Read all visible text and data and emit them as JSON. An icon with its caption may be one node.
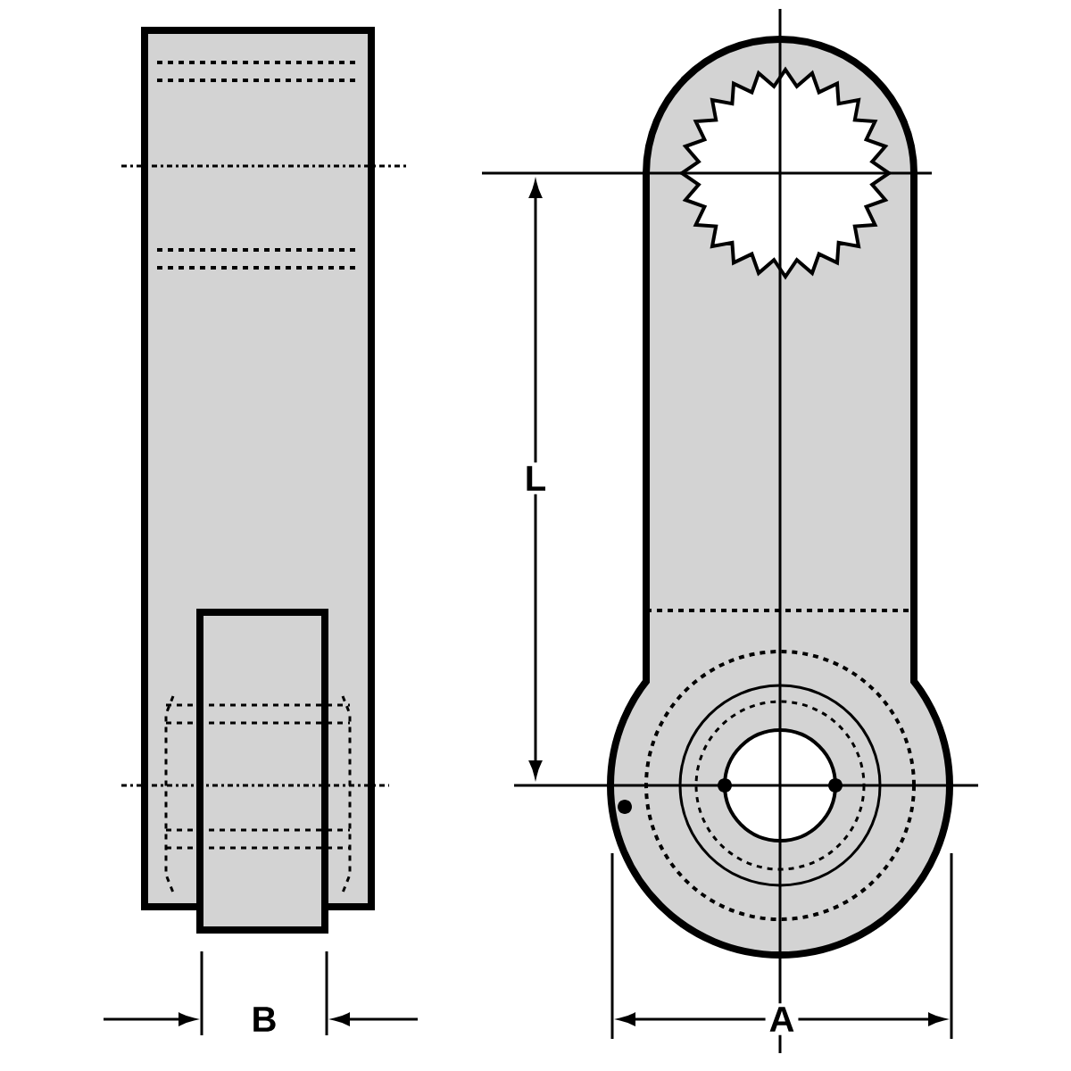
{
  "diagram": {
    "labels": [
      "L",
      "B",
      "A"
    ]
  }
}
